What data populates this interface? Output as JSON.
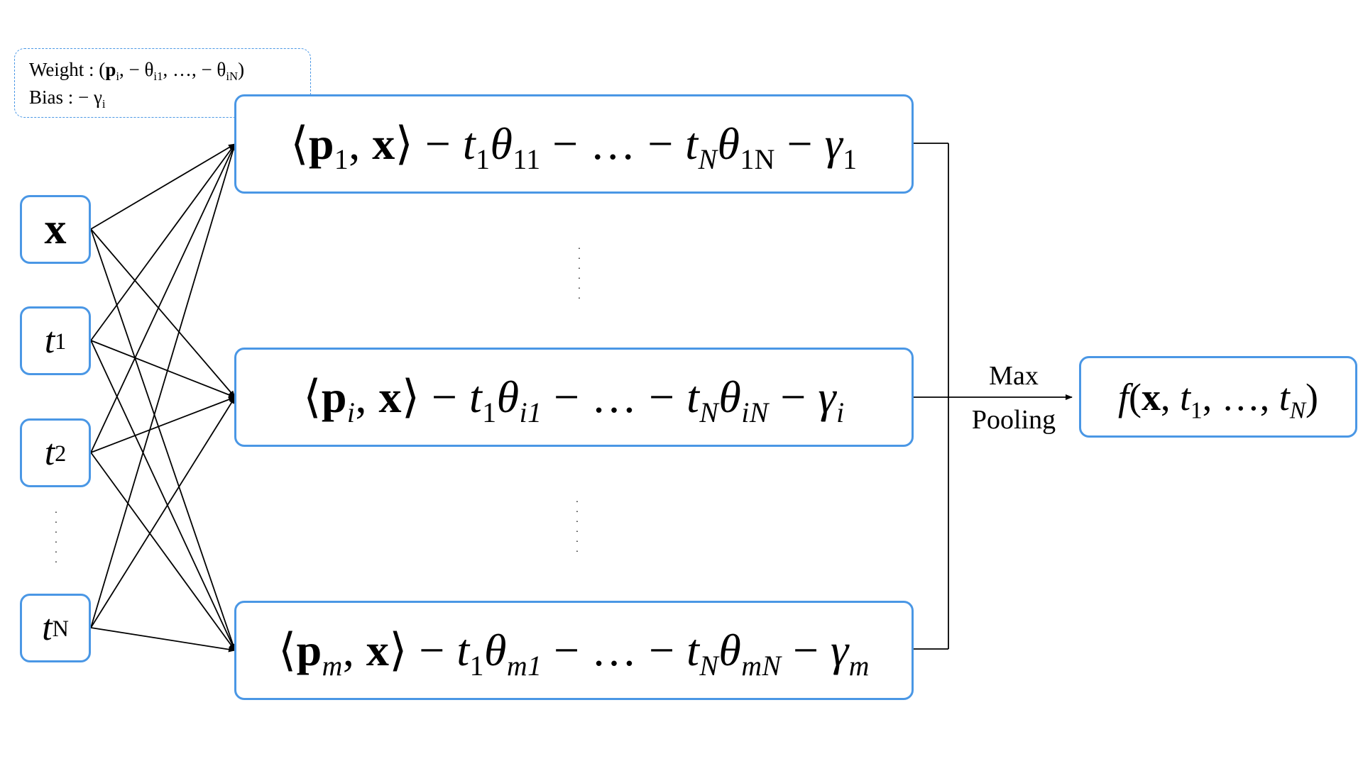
{
  "legend": {
    "weight_label": "Weight : (",
    "weight_p": "p",
    "weight_p_sub": "i",
    "weight_mid": ", − θ",
    "weight_th_sub1": "i1",
    "weight_dots": ", …, − θ",
    "weight_th_sub2": "iN",
    "weight_close": ")",
    "bias_label": "Bias : − γ",
    "bias_sub": "i"
  },
  "inputs": {
    "x": "x",
    "t1": "t",
    "t1_sub": "1",
    "t2": "t",
    "t2_sub": "2",
    "tN": "t",
    "tN_sub": "N"
  },
  "neurons": [
    {
      "p_sub": "1",
      "theta1_sub": "11",
      "thetaN_sub": "1N",
      "gamma_sub": "1"
    },
    {
      "p_sub": "i",
      "theta1_sub": "i1",
      "thetaN_sub": "iN",
      "gamma_sub": "i"
    },
    {
      "p_sub": "m",
      "theta1_sub": "m1",
      "thetaN_sub": "mN",
      "gamma_sub": "m"
    }
  ],
  "pooling": {
    "line1": "Max",
    "line2": "Pooling"
  },
  "output": {
    "f": "f",
    "x": "x",
    "t1_sub": "1",
    "tN_sub": "N"
  },
  "colors": {
    "box_border": "#4a97e5",
    "line": "#000000"
  }
}
